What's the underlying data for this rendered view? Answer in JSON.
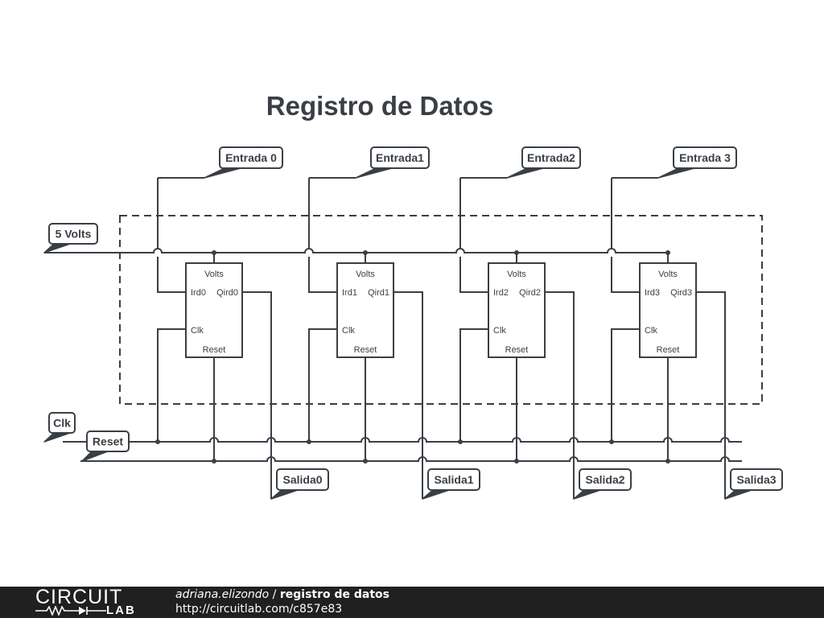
{
  "diagram": {
    "title": "Registro de Datos",
    "supply_label": "5 Volts",
    "clock_label": "Clk",
    "reset_label": "Reset",
    "blocks": [
      {
        "input_label": "Entrada 0",
        "output_label": "Salida0",
        "pin_volts": "Volts",
        "pin_in": "Ird0",
        "pin_out": "Qird0",
        "pin_clk": "Clk",
        "pin_reset": "Reset"
      },
      {
        "input_label": "Entrada1",
        "output_label": "Salida1",
        "pin_volts": "Volts",
        "pin_in": "Ird1",
        "pin_out": "Qird1",
        "pin_clk": "Clk",
        "pin_reset": "Reset"
      },
      {
        "input_label": "Entrada2",
        "output_label": "Salida2",
        "pin_volts": "Volts",
        "pin_in": "Ird2",
        "pin_out": "Qird2",
        "pin_clk": "Clk",
        "pin_reset": "Reset"
      },
      {
        "input_label": "Entrada 3",
        "output_label": "Salida3",
        "pin_volts": "Volts",
        "pin_in": "Ird3",
        "pin_out": "Qird3",
        "pin_clk": "Clk",
        "pin_reset": "Reset"
      }
    ]
  },
  "footer": {
    "logo_top": "CIRCUIT",
    "logo_bottom": "LAB",
    "author": "adriana.elizondo",
    "separator": " / ",
    "project": "registro de datos",
    "url": "http://circuitlab.com/c857e83"
  },
  "colors": {
    "wire": "#3a3f45",
    "title": "#3a3f45",
    "footer_bg": "#202020"
  }
}
